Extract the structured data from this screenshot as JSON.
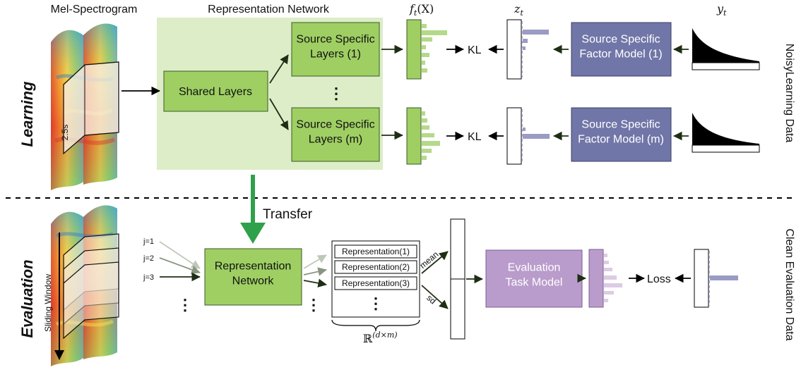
{
  "labels": {
    "mel_spectrogram": "Mel-Spectrogram",
    "representation_network": "Representation Network",
    "shared_layers": "Shared Layers",
    "source_layers_1": "Source Specific|Layers (1)",
    "source_layers_m": "Source Specific|Layers (m)",
    "factor_model_1": "Source Specific|Factor Model (1)",
    "factor_model_m": "Source Specific|Factor Model (m)",
    "ft_label": "f",
    "ft_sub": "t",
    "ft_tail": "(X)",
    "zt_label": "z",
    "zt_sub": "t",
    "yt_label": "y",
    "yt_sub": "t",
    "kl": "KL",
    "learning": "Learning",
    "evaluation": "Evaluation",
    "noisy_learning_data": "NoisyLearning Data",
    "clean_evaluation_data": "Clean Evaluation Data",
    "transfer": "Transfer",
    "window_length": "2.5s",
    "sliding_window": "Sliding Window",
    "j1": "j=1",
    "j2": "j=2",
    "j3": "j=3",
    "eval_rep_network": "Representation|Network",
    "rep_1": "Representation(1)",
    "rep_2": "Representation(2)",
    "rep_3": "Representation(3)",
    "mean": "mean",
    "sd": "sd",
    "eval_task_model": "Evaluation|Task Model",
    "loss": "Loss",
    "dim_base": "ℝ",
    "dim_exp": "(d×m)",
    "vdots": "⋮"
  },
  "colors": {
    "green_box": "#9fcf63",
    "green_region": "#dcedc8",
    "blue_box": "#7176a8",
    "purple_box": "#b99ccb",
    "arrow_dark": "#1e2e14",
    "transfer_arrow": "#2fa14a"
  }
}
